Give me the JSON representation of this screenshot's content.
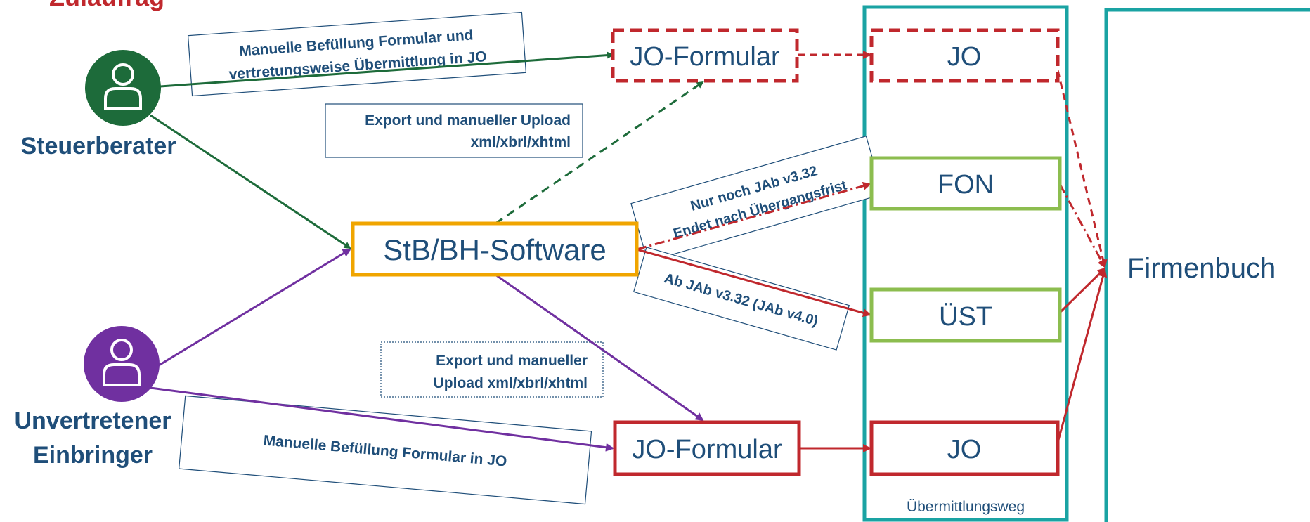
{
  "header": {
    "title": "Zulauf­rag"
  },
  "actors": {
    "steuerberater": "Steuerberater",
    "unvertretener_line1": "Unvertretener",
    "unvertretener_line2": "Einbringer"
  },
  "nodes": {
    "jo_formular_top": "JO-Formular",
    "jo_formular_bottom": "JO-Formular",
    "stb_software": "StB/BH-Software",
    "jo_top": "JO",
    "fon": "FON",
    "ust": "ÜST",
    "jo_bottom": "JO",
    "firmenbuch": "Firmenbuch",
    "uebermittlungsweg": "Übermittlungsweg"
  },
  "annotations": {
    "manual_stb_line1": "Manuelle Befüllung Formular und",
    "manual_stb_line2": "vertretungsweise Übermittlung in JO",
    "export_stb_line1": "Export und manueller Upload",
    "export_stb_line2": "xml/xbrl/xhtml",
    "fon_note_line1": "Nur noch JAb v3.32",
    "fon_note_line2": "Endet nach Übergangsfrist",
    "ust_note": "Ab JAb v3.32 (JAb v4.0)",
    "export_unv_line1": "Export und manueller",
    "export_unv_line2": "Upload xml/xbrl/xhtml",
    "manual_unv": "Manuelle Befüllung Formular in JO"
  },
  "colors": {
    "teal": "#1aa3a3",
    "dark_red": "#c0282d",
    "green": "#1d6b3a",
    "purple": "#7030a0",
    "orange": "#f0a500",
    "light_green": "#8cbd4f",
    "navy_text": "#1f4e79"
  }
}
